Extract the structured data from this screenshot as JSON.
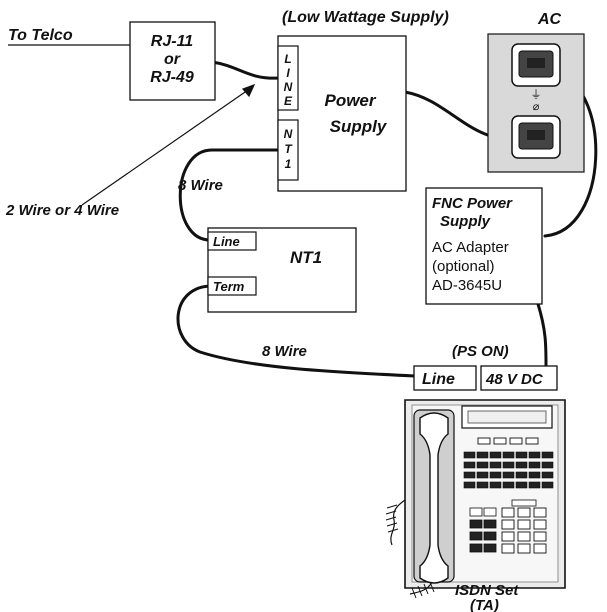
{
  "labels": {
    "to_telco": "To Telco",
    "rj_line1": "RJ-11",
    "rj_line2": "or",
    "rj_line3": "RJ-49",
    "low_wattage": "(Low Wattage Supply)",
    "ac": "AC",
    "power_supply_line1": "Power",
    "power_supply_line2": "Supply",
    "port_line": [
      "L",
      "I",
      "N",
      "E"
    ],
    "port_nt1": [
      "N",
      "T",
      "1"
    ],
    "eight_wire_top": "8 Wire",
    "two_or_four_wire": "2 Wire or 4 Wire",
    "fnc_line1": "FNC Power",
    "fnc_line2": "Supply",
    "fnc_line3": "AC Adapter",
    "fnc_line4": "(optional)",
    "fnc_line5": "AD-3645U",
    "nt1_title": "NT1",
    "nt1_port_line": "Line",
    "nt1_port_term": "Term",
    "eight_wire_bottom": "8 Wire",
    "ps_on": "(PS ON)",
    "phone_port_line": "Line",
    "phone_port_dc": "48 V DC",
    "isdn_line1": "ISDN Set",
    "isdn_line2": "(TA)"
  },
  "icons": {
    "outlet_ground": "⏚",
    "outlet_neutral": "⌀"
  }
}
